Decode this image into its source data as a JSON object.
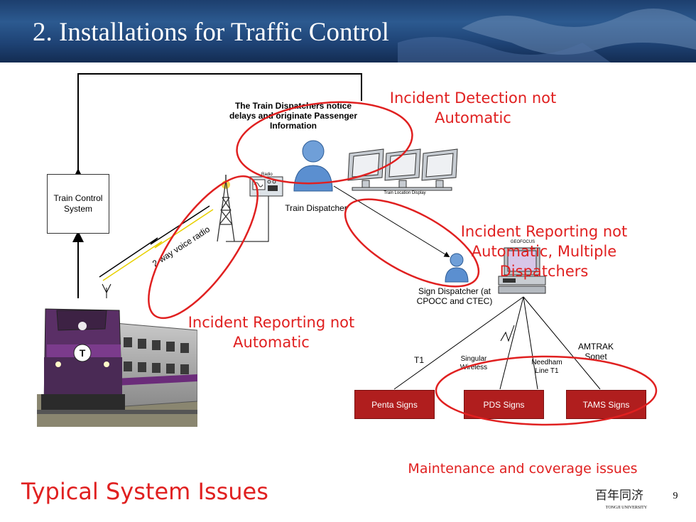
{
  "slide": {
    "title": "2. Installations for Traffic Control",
    "footer_issue": "Typical System Issues",
    "page_number": "9",
    "logo_text": "TONGJI UNIVERSITY"
  },
  "diagram": {
    "train_control_system": "Train Control System",
    "dispatcher_note": "The Train Dispatchers notice delays and originate Passenger Information",
    "radio_label": "Radio",
    "voice_radio": "2-way voice radio",
    "train_dispatcher": "Train Dispatcher",
    "train_location_display": "Train Location Display",
    "sign_dispatcher": "Sign Dispatcher (at CPOCC and CTEC)",
    "geofocus": "GEOFOCUS",
    "t1": "T1",
    "singular_wireless": "Singular Wireless",
    "needham": "Needham Line T1",
    "amtrak": "AMTRAK Sonet",
    "signs": [
      "Penta Signs",
      "PDS Signs",
      "TAMS Signs"
    ],
    "train_logo": "T"
  },
  "issues": {
    "detection": "Incident Detection not Automatic",
    "reporting_multi": "Incident Reporting not Automatic, Multiple Dispatchers",
    "reporting": "Incident Reporting not Automatic",
    "maintenance": "Maintenance and coverage issues"
  },
  "colors": {
    "issue_red": "#e02020",
    "sign_red": "#b01e1e",
    "banner_blue": "#1e4274"
  }
}
